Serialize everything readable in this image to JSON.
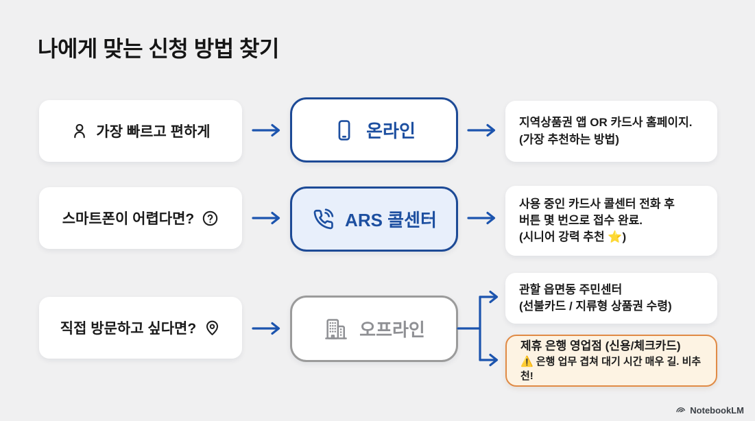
{
  "page": {
    "title": "나에게 맞는 신청 방법 찾기",
    "brand": "NotebookLM"
  },
  "colors": {
    "background": "#f0f0f1",
    "arrow_blue": "#1c54ae",
    "method_border_blue": "#1d4a96",
    "method_text_blue": "#1d4fa0",
    "ars_fill": "#e8effb",
    "offline_gray": "#8f9094",
    "warning_border": "#e08a45",
    "warning_fill": "#fdf3e3"
  },
  "rows": [
    {
      "condition": "가장 빠르고 편하게",
      "condition_icon": "user-icon",
      "method": "온라인",
      "method_icon": "smartphone-icon",
      "result": {
        "line1": "지역상품권 앱 OR 카드사 홈페이지.",
        "line2": "(가장 추천하는 방법)"
      }
    },
    {
      "condition": "스마트폰이 어렵다면?",
      "condition_icon": "question-circle-icon",
      "method": "ARS 콜센터",
      "method_icon": "phone-call-icon",
      "result": {
        "line1": "사용 중인 카드사 콜센터 전화 후",
        "line2": "버튼 몇 번으로 접수 완료.",
        "line3": "(시니어 강력 추천 ⭐)"
      }
    },
    {
      "condition": "직접 방문하고 싶다면?",
      "condition_icon": "map-pin-icon",
      "method": "오프라인",
      "method_icon": "building-icon",
      "result_primary": {
        "line1": "관할 읍면동 주민센터",
        "line2": "(선불카드 / 지류형 상품권 수령)"
      },
      "result_warning": {
        "line1": "제휴 은행 영업점 (신용/체크카드)",
        "line2": "⚠️ 은행 업무 겹쳐 대기 시간 매우 길. 비추천!"
      }
    }
  ]
}
